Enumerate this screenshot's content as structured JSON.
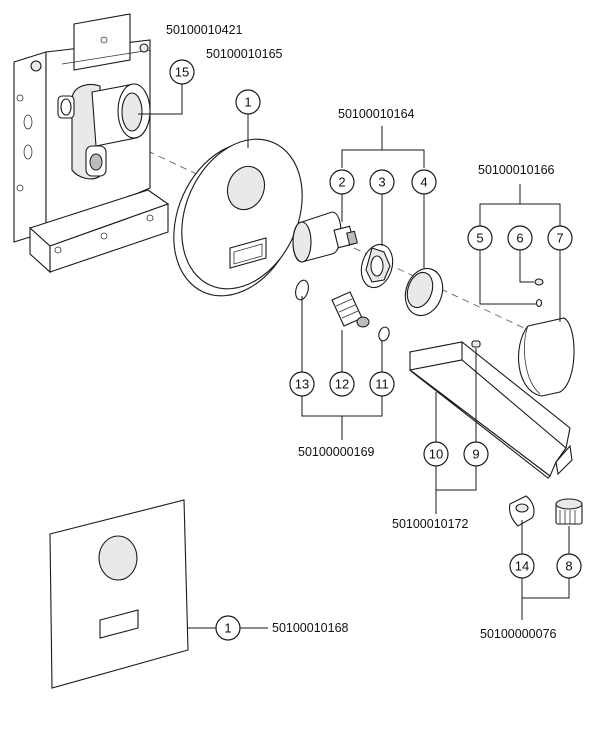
{
  "callouts": [
    {
      "id": "c1",
      "label": "1"
    },
    {
      "id": "c2",
      "label": "2"
    },
    {
      "id": "c3",
      "label": "3"
    },
    {
      "id": "c4",
      "label": "4"
    },
    {
      "id": "c5",
      "label": "5"
    },
    {
      "id": "c6",
      "label": "6"
    },
    {
      "id": "c7",
      "label": "7"
    },
    {
      "id": "c8",
      "label": "8"
    },
    {
      "id": "c9",
      "label": "9"
    },
    {
      "id": "c10",
      "label": "10"
    },
    {
      "id": "c11",
      "label": "11"
    },
    {
      "id": "c12",
      "label": "12"
    },
    {
      "id": "c13",
      "label": "13"
    },
    {
      "id": "c14",
      "label": "14"
    },
    {
      "id": "c15",
      "label": "15"
    },
    {
      "id": "c1b",
      "label": "1"
    }
  ],
  "part_codes": {
    "code_15": "50100010421",
    "code_1": "50100010165",
    "code_2_3_4": "50100010164",
    "code_5_6_7": "50100010166",
    "code_11_12_13": "50100000169",
    "code_9_10": "50100010172",
    "code_8_14": "50100000076",
    "code_1b": "50100010168"
  }
}
